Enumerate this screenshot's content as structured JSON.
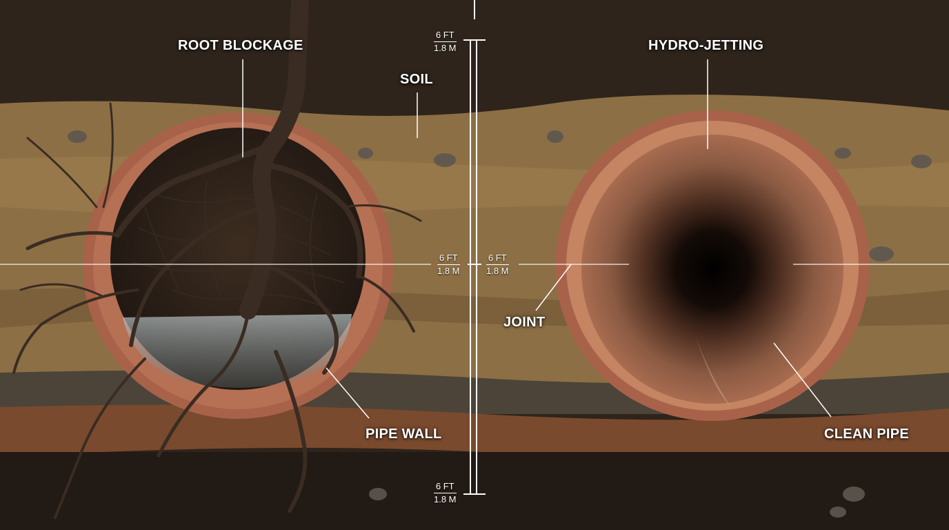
{
  "labels": {
    "root_blockage": "ROOT BLOCKAGE",
    "soil": "SOIL",
    "pipe_wall": "PIPE WALL",
    "hydro_jetting": "HYDRO-JETTING",
    "joint": "JOINT",
    "clean_pipe": "CLEAN PIPE"
  },
  "scale_markers": {
    "imperial": "6 FT",
    "metric": "1.8 M"
  },
  "colors": {
    "topsoil": "#2e241b",
    "sand_layer": "#8c6f45",
    "clay_band": "#7a4a2e",
    "bottom_soil": "#221a14",
    "terracotta_pipe": "#b06a4a",
    "roots": "#3a2c22",
    "water": "#9aa6a8",
    "annotation_line": "#ffffff"
  }
}
